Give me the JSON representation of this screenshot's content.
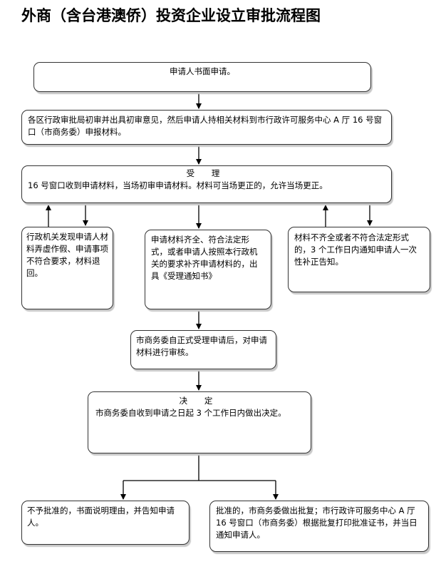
{
  "title": "外商（含台港澳侨）投资企业设立审批流程图",
  "steps": {
    "apply": "申请人书面申请。",
    "preliminary": "各区行政审批局初审并出具初审意见，然后申请人持相关材料到市行政许可服务中心 A 厅 16 号窗口（市商务委）申报材料。",
    "accept_head": "受 理",
    "accept_body": "16 号窗口收到申请材料，当场初审申请材料。材料可当场更正的，允许当场更正。",
    "reject_false": "行政机关发现申请人材料弄虚作假、申请事项不符合要求，材料退回。",
    "accept_notice": "申请材料齐全、符合法定形式，或者申请人按照本行政机关的要求补齐申请材料的，出具《受理通知书》",
    "incomplete": "材料不齐全或者不符合法定形式的，3 个工作日内通知申请人一次性补正告知。",
    "review": "市商务委自正式受理申请后，对申请材料进行审核。",
    "decide_head": "决 定",
    "decide_body": "市商务委自收到申请之日起 3 个工作日内做出决定。",
    "deny": "不予批准的，书面说明理由，并告知申请人。",
    "approve": "批准的，市商务委做出批复；市行政许可服务中心 A 厅 16 号窗口（市商务委）根据批复打印批准证书，并当日通知申请人。"
  }
}
